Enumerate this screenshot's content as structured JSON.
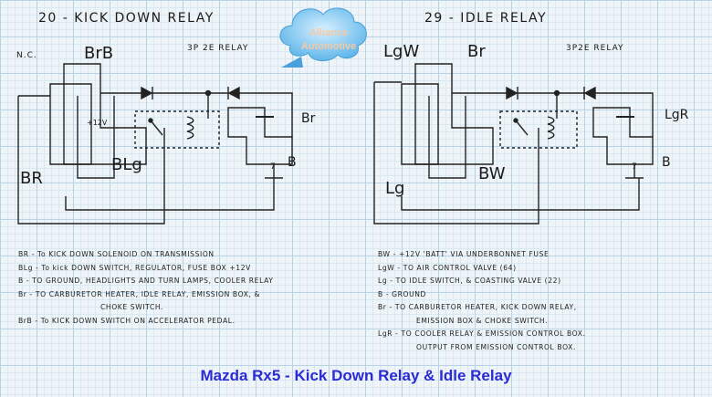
{
  "logo": {
    "line1": "Alliance",
    "line2": "Automotive"
  },
  "left": {
    "title": "20 - KICK DOWN RELAY",
    "nc": "N.C.",
    "brb": "BrB",
    "relay_type": "3P 2E RELAY",
    "v12": "+12V",
    "br": "Br",
    "br_caps": "BR",
    "blg": "BLg",
    "b": "B",
    "seven": "7"
  },
  "right": {
    "title": "29 - IDLE RELAY",
    "lgw": "LgW",
    "br": "Br",
    "relay_type": "3P2E RELAY",
    "lgr": "LgR",
    "bw": "BW",
    "lg": "Lg",
    "b": "B",
    "seven": "7"
  },
  "notes_left": [
    "BR - To KICK DOWN SOLENOID ON TRANSMISSION",
    "BLg - To kick DOWN SWITCH, REGULATOR, FUSE BOX +12V",
    "B - TO GROUND, HEADLIGHTS AND TURN LAMPS, COOLER RELAY",
    "Br - TO CARBURETOR HEATER, IDLE RELAY, EMISSION BOX, &",
    "CHOKE SWITCH.",
    "BrB - To KICK DOWN SWITCH ON ACCELERATOR PEDAL."
  ],
  "notes_right": [
    "BW - +12V 'BATT' VIA UNDERBONNET FUSE",
    "LgW - TO AIR CONTROL VALVE (64)",
    "Lg - TO IDLE SWITCH, & COASTING VALVE (22)",
    "B - GROUND",
    "Br - TO CARBURETOR HEATER, KICK DOWN RELAY,",
    "EMISSION BOX & CHOKE SWITCH.",
    "LgR - TO COOLER RELAY & EMISSION CONTROL BOX.",
    "OUTPUT FROM EMISSION CONTROL BOX."
  ],
  "caption": "Mazda Rx5 - Kick Down Relay & Idle Relay"
}
